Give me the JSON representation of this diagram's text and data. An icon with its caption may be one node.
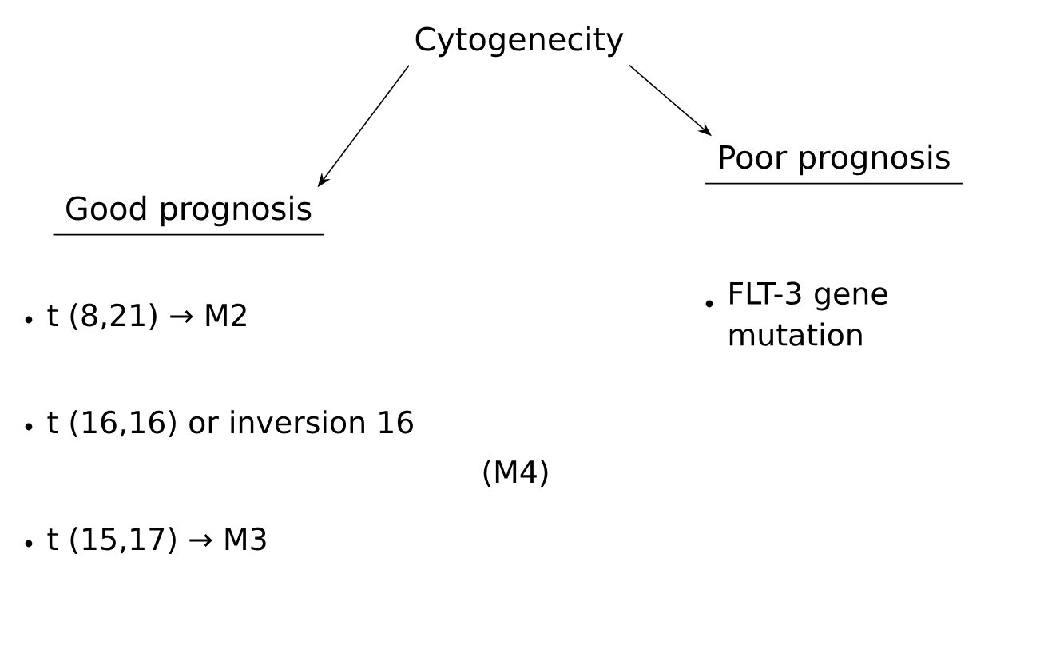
{
  "diagram": {
    "nodes": [
      {
        "text": [
          "Cytogenecity"
        ]
      },
      {
        "text": [
          "Good prognosis"
        ]
      },
      {
        "text": [
          "Poor prognosis"
        ]
      }
    ],
    "edges": [
      {
        "from": 0,
        "to": 1,
        "arrow": "to"
      },
      {
        "from": 0,
        "to": 2,
        "arrow": "to"
      }
    ],
    "labels": [
      "t (8,21) → M2",
      "t (16,16) or inversion 16",
      "(M4)",
      "t (15,17) → M3",
      "FLT-3 gene mutation"
    ]
  }
}
